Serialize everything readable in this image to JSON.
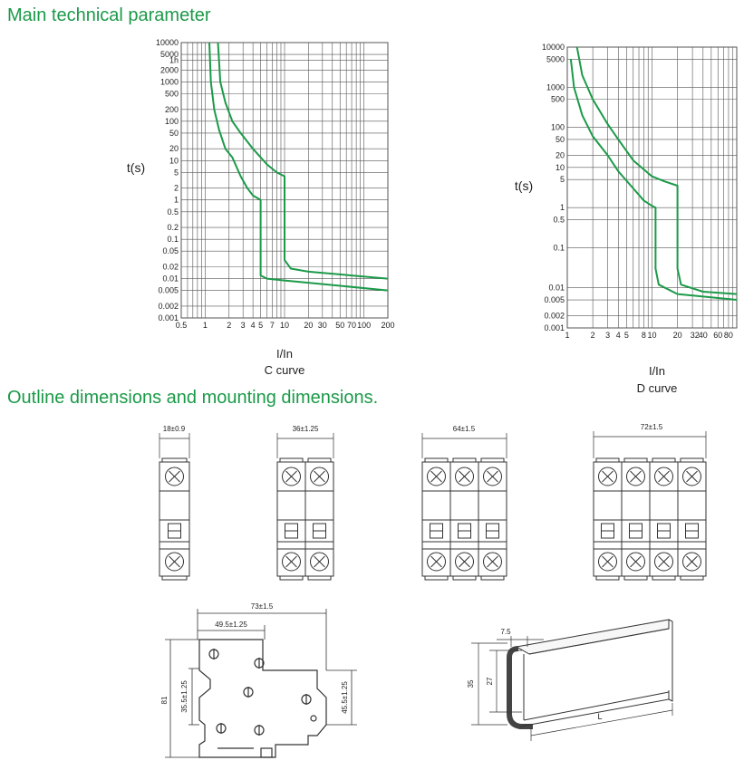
{
  "headings": {
    "technical": "Main technical parameter",
    "outline": "Outline dimensions and mounting dimensions."
  },
  "colors": {
    "curve": "#1b9a48",
    "grid": "#555555",
    "text": "#222222"
  },
  "chart_data": [
    {
      "type": "line",
      "scale": "log-log",
      "xlabel": "I/In",
      "caption": "C curve",
      "ylabel": "t(s)",
      "xlim": [
        0.5,
        200
      ],
      "ylim": [
        0.001,
        10000
      ],
      "x_ticks": [
        {
          "v": 0.5,
          "label": "0.5"
        },
        {
          "v": 1,
          "label": "1"
        },
        {
          "v": 2,
          "label": "2"
        },
        {
          "v": 3,
          "label": "3"
        },
        {
          "v": 4,
          "label": "4"
        },
        {
          "v": 5,
          "label": "5"
        },
        {
          "v": 7,
          "label": "7"
        },
        {
          "v": 10,
          "label": "10"
        },
        {
          "v": 20,
          "label": "20"
        },
        {
          "v": 30,
          "label": "30"
        },
        {
          "v": 50,
          "label": "50"
        },
        {
          "v": 70,
          "label": "70"
        },
        {
          "v": 100,
          "label": "100"
        },
        {
          "v": 200,
          "label": "200"
        }
      ],
      "y_ticks": [
        {
          "v": 10000,
          "label": "10000"
        },
        {
          "v": 5000,
          "label": "5000"
        },
        {
          "v": 3600,
          "label": "1h"
        },
        {
          "v": 2000,
          "label": "2000"
        },
        {
          "v": 1000,
          "label": "1000"
        },
        {
          "v": 500,
          "label": "500"
        },
        {
          "v": 200,
          "label": "200"
        },
        {
          "v": 100,
          "label": "100"
        },
        {
          "v": 50,
          "label": "50"
        },
        {
          "v": 20,
          "label": "20"
        },
        {
          "v": 10,
          "label": "10"
        },
        {
          "v": 5,
          "label": "5"
        },
        {
          "v": 2,
          "label": "2"
        },
        {
          "v": 1,
          "label": "1"
        },
        {
          "v": 0.5,
          "label": "0.5"
        },
        {
          "v": 0.2,
          "label": "0.2"
        },
        {
          "v": 0.1,
          "label": "0.1"
        },
        {
          "v": 0.05,
          "label": "0.05"
        },
        {
          "v": 0.02,
          "label": "0.02"
        },
        {
          "v": 0.01,
          "label": "0.01"
        },
        {
          "v": 0.005,
          "label": "0.005"
        },
        {
          "v": 0.002,
          "label": "0.002"
        },
        {
          "v": 0.001,
          "label": "0.001"
        }
      ],
      "series": [
        {
          "values": [
            [
              1.13,
              10000
            ],
            [
              1.18,
              1000
            ],
            [
              1.3,
              200
            ],
            [
              1.5,
              60
            ],
            [
              1.8,
              20
            ],
            [
              2.2,
              12
            ],
            [
              2.8,
              4
            ],
            [
              3.4,
              2
            ],
            [
              4.0,
              1.3
            ],
            [
              5.0,
              1.0
            ],
            [
              5.0,
              0.012
            ],
            [
              6.0,
              0.01
            ],
            [
              10,
              0.009
            ],
            [
              200,
              0.005
            ]
          ]
        },
        {
          "values": [
            [
              1.45,
              10000
            ],
            [
              1.55,
              1000
            ],
            [
              1.8,
              300
            ],
            [
              2.2,
              100
            ],
            [
              2.8,
              50
            ],
            [
              4.0,
              20
            ],
            [
              6.0,
              8
            ],
            [
              8.0,
              5
            ],
            [
              10,
              4
            ],
            [
              10,
              0.03
            ],
            [
              12,
              0.018
            ],
            [
              20,
              0.015
            ],
            [
              200,
              0.01
            ]
          ]
        }
      ]
    },
    {
      "type": "line",
      "scale": "log-log",
      "xlabel": "I/In",
      "caption": "D curve",
      "ylabel": "t(s)",
      "xlim": [
        1,
        100
      ],
      "ylim": [
        0.001,
        10000
      ],
      "x_ticks": [
        {
          "v": 1,
          "label": "1"
        },
        {
          "v": 2,
          "label": "2"
        },
        {
          "v": 3,
          "label": "3"
        },
        {
          "v": 4,
          "label": "4"
        },
        {
          "v": 5,
          "label": "5"
        },
        {
          "v": 8,
          "label": "8"
        },
        {
          "v": 10,
          "label": "10"
        },
        {
          "v": 20,
          "label": "20"
        },
        {
          "v": 32,
          "label": "32"
        },
        {
          "v": 40,
          "label": "40"
        },
        {
          "v": 60,
          "label": "60"
        },
        {
          "v": 80,
          "label": "80"
        }
      ],
      "y_ticks": [
        {
          "v": 10000,
          "label": "10000"
        },
        {
          "v": 5000,
          "label": "5000"
        },
        {
          "v": 1000,
          "label": "1000"
        },
        {
          "v": 500,
          "label": "500"
        },
        {
          "v": 100,
          "label": "100"
        },
        {
          "v": 50,
          "label": "50"
        },
        {
          "v": 20,
          "label": "20"
        },
        {
          "v": 10,
          "label": "10"
        },
        {
          "v": 5,
          "label": "5"
        },
        {
          "v": 1,
          "label": "1"
        },
        {
          "v": 0.5,
          "label": "0.5"
        },
        {
          "v": 0.1,
          "label": "0.1"
        },
        {
          "v": 0.01,
          "label": "0.01"
        },
        {
          "v": 0.005,
          "label": "0.005"
        },
        {
          "v": 0.002,
          "label": "0.002"
        },
        {
          "v": 0.001,
          "label": "0.001"
        }
      ],
      "series": [
        {
          "values": [
            [
              1.1,
              5000
            ],
            [
              1.2,
              1000
            ],
            [
              1.5,
              200
            ],
            [
              2.0,
              60
            ],
            [
              3.0,
              20
            ],
            [
              4.0,
              8
            ],
            [
              6.0,
              3
            ],
            [
              8.0,
              1.5
            ],
            [
              10,
              1.1
            ],
            [
              11,
              1.0
            ],
            [
              11,
              0.03
            ],
            [
              12,
              0.012
            ],
            [
              20,
              0.007
            ],
            [
              100,
              0.005
            ]
          ]
        },
        {
          "values": [
            [
              1.3,
              10000
            ],
            [
              1.5,
              2000
            ],
            [
              2.0,
              500
            ],
            [
              3.0,
              120
            ],
            [
              4.0,
              50
            ],
            [
              6.0,
              15
            ],
            [
              10,
              6
            ],
            [
              14,
              4.5
            ],
            [
              20,
              3.5
            ],
            [
              20,
              0.03
            ],
            [
              22,
              0.012
            ],
            [
              40,
              0.008
            ],
            [
              100,
              0.007
            ]
          ]
        }
      ]
    }
  ],
  "dimensions": {
    "pole1": "18±0.9",
    "pole2": "36±1.25",
    "pole3": "64±1.5",
    "pole4": "72±1.5",
    "side_width": "73±1.5",
    "side_inner": "49.5±1.25",
    "side_height": "81",
    "side_left": "35.5±1.25",
    "side_right": "45.5±1.25",
    "rail_top": "7.5",
    "rail_height": "35",
    "rail_inner": "27",
    "rail_length": "L"
  }
}
